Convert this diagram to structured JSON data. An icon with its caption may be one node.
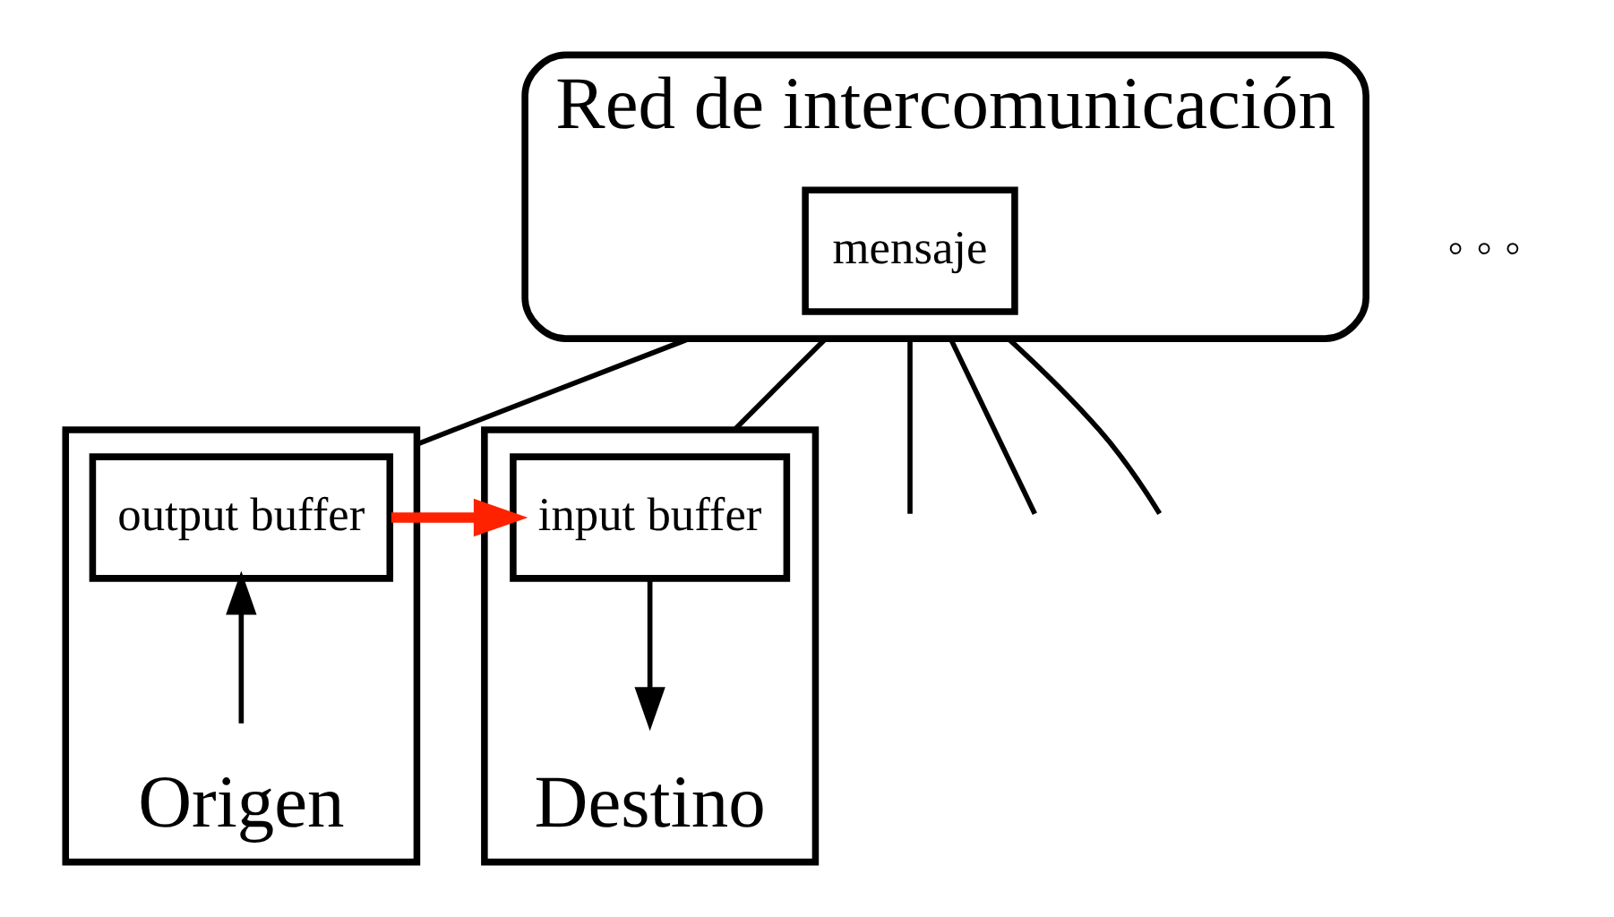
{
  "diagram": {
    "nodes": [
      {
        "text": [
          "Red de intercomunicación"
        ]
      },
      {
        "text": [
          "mensaje"
        ],
        "in": 0
      },
      {
        "text": [
          "Origen"
        ]
      },
      {
        "text": [
          "output buffer"
        ],
        "in": 2
      },
      {
        "text": [
          "Destino"
        ]
      },
      {
        "text": [
          "input buffer"
        ],
        "in": 4
      }
    ],
    "edges": [
      {
        "from": 0,
        "to": 2,
        "arrow": "none"
      },
      {
        "from": 0,
        "to": null,
        "arrow": "none"
      },
      {
        "from": 0,
        "to": null,
        "arrow": "none"
      },
      {
        "from": 0,
        "to": null,
        "arrow": "none"
      },
      {
        "from": 0,
        "to": 4,
        "arrow": "none"
      },
      {
        "from": 3,
        "to": 5,
        "arrow": "to",
        "style": "thick",
        "color": "#ff2200"
      },
      {
        "from": null,
        "to": 3,
        "arrow": "to"
      },
      {
        "from": 5,
        "to": null,
        "arrow": "to"
      }
    ],
    "labels": [
      "◦ ◦ ◦"
    ]
  }
}
